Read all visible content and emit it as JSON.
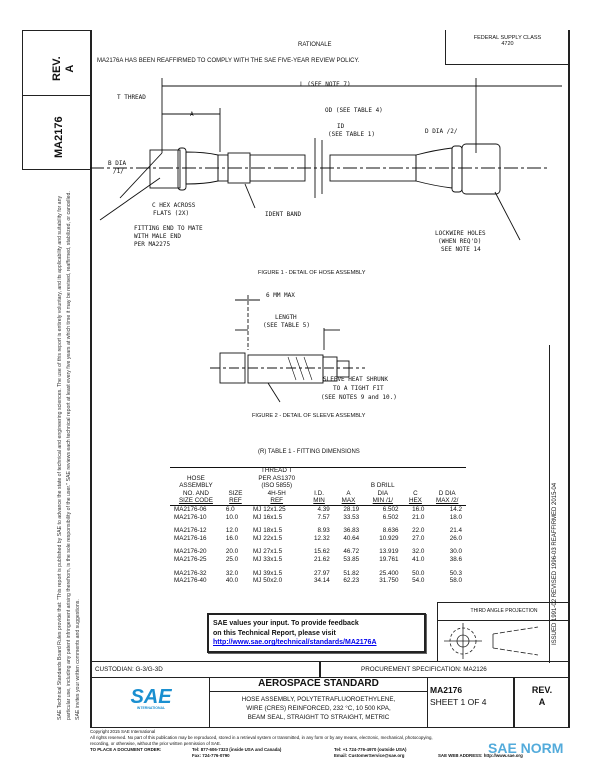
{
  "margin": {
    "rev_label": "REV.",
    "rev_value": "A",
    "doc_number": "MA2176",
    "disclaimer": "SAE Technical Standards Board Rules provide that: \"This report is published by SAE to advance the state of technical and engineering sciences. The use of this report is entirely voluntary, and its applicability and suitability for any particular use, including any patent infringement arising therefrom, is the sole responsibility of the user.\" SAE reviews each technical report at least every five years at which time it may be revised, reaffirmed, stabilized, or cancelled. SAE invites your written comments and suggestions.",
    "history": "ISSUED 1991-02    REVISED 1996-03    REAFFIRMED 2015-04"
  },
  "header": {
    "fsc_label": "FEDERAL SUPPLY CLASS",
    "fsc_value": "4720",
    "rationale_title": "RATIONALE",
    "rationale_text": "MA2176A HAS BEEN REAFFIRMED TO COMPLY WITH THE SAE FIVE-YEAR REVIEW POLICY."
  },
  "figure1": {
    "caption": "FIGURE 1 - DETAIL OF HOSE ASSEMBLY",
    "labels": {
      "l": "L (SEE NOTE 7)",
      "t_thread": "T THREAD",
      "a": "A",
      "od": "OD (SEE TABLE 4)",
      "id1": "ID",
      "id2": "(SEE TABLE 1)",
      "d_dia": "D DIA /2/",
      "b_dia1": "B DIA",
      "b_dia2": "/1/",
      "c_hex1": "C HEX ACROSS",
      "c_hex2": "FLATS (2X)",
      "fitting1": "FITTING END TO MATE",
      "fitting2": "WITH MALE END",
      "fitting3": "PER MA2275",
      "ident": "IDENT BAND",
      "lock1": "LOCKWIRE HOLES",
      "lock2": "(WHEN REQ'D)",
      "lock3": "SEE NOTE 14"
    }
  },
  "figure2": {
    "caption": "FIGURE 2 - DETAIL OF SLEEVE ASSEMBLY",
    "labels": {
      "max": "6 MM MAX",
      "len1": "LENGTH",
      "len2": "(SEE TABLE 5)",
      "sl1": "SLEEVE HEAT SHRUNK",
      "sl2": "TO A TIGHT FIT",
      "sl3": "(SEE NOTES 9 and 10.)"
    }
  },
  "table1": {
    "title": "(R)  TABLE 1 - FITTING DIMENSIONS",
    "headers": [
      [
        "HOSE",
        "ASSEMBLY",
        "NO. AND",
        "SIZE CODE"
      ],
      [
        "SIZE",
        "REF"
      ],
      [
        "THREAD T",
        "PER AS1370",
        "(ISO 5855)",
        "4H-5H",
        "REF"
      ],
      [
        "I.D.",
        "MIN"
      ],
      [
        "A",
        "MAX"
      ],
      [
        "B DRILL",
        "DIA",
        "MIN /1/"
      ],
      [
        "C",
        "HEX"
      ],
      [
        "D DIA",
        "MAX /2/"
      ]
    ],
    "groups": [
      [
        [
          "MA2176-06",
          "6.0",
          "MJ 12x1.25",
          "4.39",
          "28.19",
          "6.502",
          "16.0",
          "14.2"
        ],
        [
          "MA2176-10",
          "10.0",
          "MJ 16x1.5",
          "7.57",
          "33.53",
          "6.502",
          "21.0",
          "18.0"
        ]
      ],
      [
        [
          "MA2176-12",
          "12.0",
          "MJ 18x1.5",
          "8.93",
          "36.83",
          "8.636",
          "22.0",
          "21.4"
        ],
        [
          "MA2176-16",
          "16.0",
          "MJ 22x1.5",
          "12.32",
          "40.64",
          "10.929",
          "27.0",
          "26.0"
        ]
      ],
      [
        [
          "MA2176-20",
          "20.0",
          "MJ 27x1.5",
          "15.62",
          "46.72",
          "13.919",
          "32.0",
          "30.0"
        ],
        [
          "MA2176-25",
          "25.0",
          "MJ 33x1.5",
          "21.62",
          "53.85",
          "19.761",
          "41.0",
          "38.6"
        ]
      ],
      [
        [
          "MA2176-32",
          "32.0",
          "MJ 39x1.5",
          "27.97",
          "51.82",
          "25.400",
          "50.0",
          "50.3"
        ],
        [
          "MA2176-40",
          "40.0",
          "MJ 50x2.0",
          "34.14",
          "62.23",
          "31.750",
          "54.0",
          "58.0"
        ]
      ]
    ]
  },
  "feedback": {
    "line1": "SAE values your input. To provide feedback",
    "line2": "on this Technical Report, please visit",
    "link": "http://www.sae.org/technical/standards/MA2176A",
    "link_color": "#0000ee"
  },
  "projection": {
    "label": "THIRD ANGLE PROJECTION"
  },
  "title_block": {
    "custodian": "CUSTODIAN: G-3/G-3D",
    "procurement": "PROCUREMENT SPECIFICATION: MA2126",
    "logo_text": "SAE",
    "logo_sub": "INTERNATIONAL",
    "logo_color": "#1a8fd0",
    "standard": "AEROSPACE STANDARD",
    "desc1": "HOSE ASSEMBLY, POLYTETRAFLUOROETHYLENE,",
    "desc2": "WIRE (CRES) REINFORCED, 232 °C, 10 500 KPA,",
    "desc3": "BEAM SEAL, STRAIGHT TO STRAIGHT, METRIC",
    "doc_number": "MA2176",
    "sheet": "SHEET 1 OF 4",
    "rev_label": "REV.",
    "rev_value": "A"
  },
  "footer": {
    "copyright": "Copyright 2015 SAE International",
    "rights1": "All rights reserved. No part of this publication may be reproduced, stored in a retrieval system or transmitted, in any form or by any means, electronic, mechanical, photocopying,",
    "rights2": "recording, or otherwise, without the prior written permission of SAE.",
    "order": "TO PLACE A DOCUMENT ORDER:",
    "tel1": "Tel: 877-606-7323 (inside USA and Canada)",
    "fax": "Fax: 724-776-0790",
    "tel2": "Tel: +1 724-776-4970 (outside USA)",
    "email": "Email: CustomerService@sae.org",
    "web": "SAE WEB ADDRESS: http://www.sae.org",
    "watermark": "SAE NORM"
  }
}
